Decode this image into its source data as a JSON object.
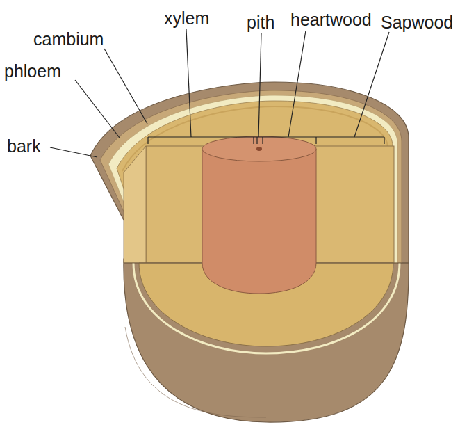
{
  "diagram": {
    "labels": [
      "xylem",
      "pith",
      "heartwood",
      "Sapwood",
      "cambium",
      "phloem",
      "bark"
    ]
  }
}
